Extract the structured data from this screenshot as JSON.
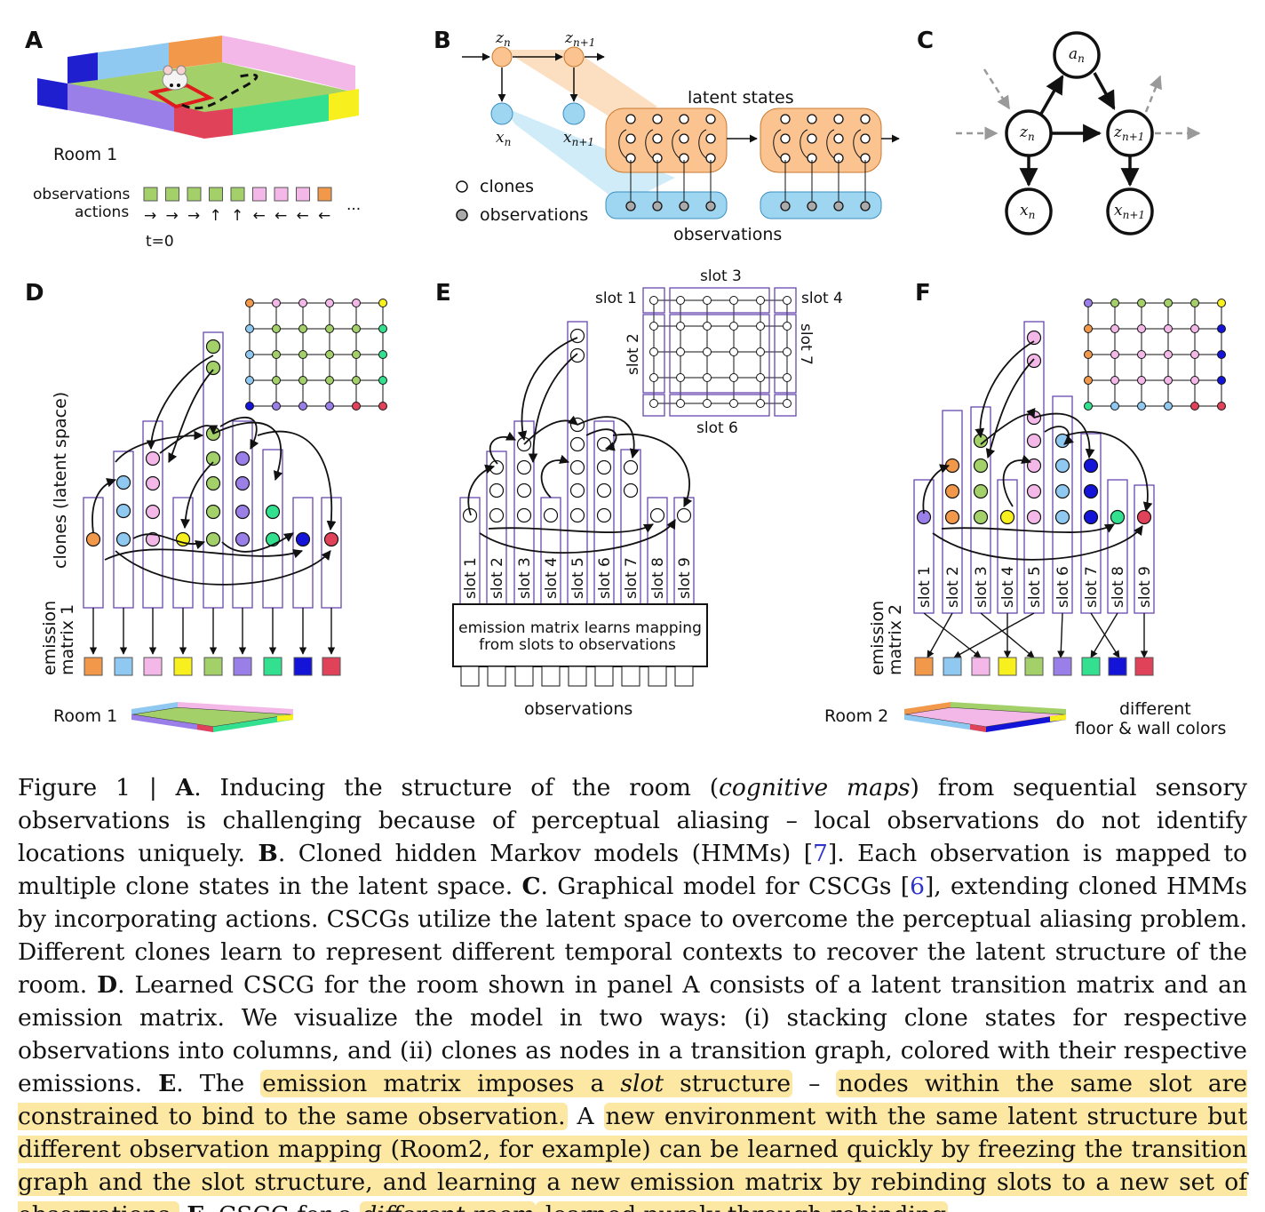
{
  "panels": {
    "A": {
      "label": "A",
      "room": "Room 1",
      "observations_label": "observations",
      "actions_label": "actions",
      "ellipsis": "...",
      "t0": "t=0",
      "obs_colors": [
        "#a4d06a",
        "#a4d06a",
        "#a4d06a",
        "#a4d06a",
        "#a4d06a",
        "#f4b8e8",
        "#f4b8e8",
        "#f4b8e8",
        "#f2984a"
      ],
      "actions": [
        "→",
        "→",
        "→",
        "↑",
        "↑",
        "←",
        "←",
        "←",
        "←"
      ]
    },
    "B": {
      "label": "B",
      "z_n": "z",
      "z_n_sub": "n",
      "z_n1": "z",
      "z_n1_sub": "n+1",
      "x_n": "x",
      "x_n_sub": "n",
      "x_n1": "x",
      "x_n1_sub": "n+1",
      "latent_states": "latent states",
      "observations": "observations",
      "legend_clones": "clones",
      "legend_observations": "observations"
    },
    "C": {
      "label": "C",
      "a_n": "a",
      "a_sub": "n",
      "z_n": "z",
      "z_sub": "n",
      "z_n1": "z",
      "z_n1_sub": "n+1",
      "x_n": "x",
      "x_sub": "n",
      "x_n1": "x",
      "x_n1_sub": "n+1"
    },
    "D": {
      "label": "D",
      "clones_axis": "clones (latent space)",
      "emission_1": "emission",
      "emission_2": "matrix 1",
      "room": "Room 1"
    },
    "E": {
      "label": "E",
      "slot1": "slot 1",
      "slot2": "slot 2",
      "slot3": "slot 3",
      "slot4": "slot 4",
      "slot6": "slot 6",
      "slot7": "slot 7",
      "slots": [
        "slot 1",
        "slot 2",
        "slot 3",
        "slot 4",
        "slot 5",
        "slot 6",
        "slot 7",
        "slot 8",
        "slot 9"
      ],
      "emission_line1": "emission matrix learns mapping",
      "emission_line2": "from slots to observations",
      "observations": "observations"
    },
    "F": {
      "label": "F",
      "slots": [
        "slot 1",
        "slot 2",
        "slot 3",
        "slot 4",
        "slot 5",
        "slot 6",
        "slot 7",
        "slot 8",
        "slot 9"
      ],
      "emission_1": "emission",
      "emission_2": "matrix 2",
      "room": "Room 2",
      "note1": "different",
      "note2": "floor & wall colors"
    }
  },
  "colors": {
    "orange": "#f2984a",
    "lightblue": "#8fc8f0",
    "pink": "#f4b8e8",
    "yellow": "#f7f01e",
    "green": "#a4d06a",
    "purple": "#9a7fe8",
    "teal": "#33e08f",
    "blue": "#1414d8",
    "red": "#e0425a",
    "highlight": "#fce7a3",
    "slot_border": "#5a3aa8"
  },
  "emission_colors_D": [
    "#f2984a",
    "#8fc8f0",
    "#f4b8e8",
    "#f7f01e",
    "#a4d06a",
    "#9a7fe8",
    "#33e08f",
    "#1414d8",
    "#e0425a"
  ],
  "caption": {
    "s1": "Figure 1 | ",
    "s2": "A",
    "s3": ". Inducing the structure of the room (",
    "s4": "cognitive maps",
    "s5": ") from sequential sensory observations is challenging because of perceptual aliasing – local observations do not identify locations uniquely. ",
    "s6": "B",
    "s7": ". Cloned hidden Markov models (HMMs) [",
    "s8": "7",
    "s9": "]. Each observation is mapped to multiple clone states in the latent space. ",
    "s10": "C",
    "s11": ". Graphical model for CSCGs [",
    "s12": "6",
    "s13": "], extending cloned HMMs by incorporating actions. CSCGs utilize the latent space to overcome the perceptual aliasing problem. Different clones learn to represent different temporal contexts to recover the latent structure of the room. ",
    "s14": "D",
    "s15": ". Learned CSCG for the room shown in panel A consists of a latent transition matrix and an emission matrix. We visualize the model in two ways: (i) stacking clone states for respective observations into columns, and (ii) clones as nodes in a transition graph, colored with their respective emissions. ",
    "s16": "E",
    "s17": ". The ",
    "s18": "emission matrix imposes a ",
    "s19": "slot",
    "s20": " structure",
    "s21": " – ",
    "s22": "nodes within the same slot are constrained to bind to the same observation.",
    "s23": " A ",
    "s24": "new environment with the same latent structure but different observation mapping (Room2, for example) can be learned quickly by freezing the transition graph and the slot structure, and learning a new emission matrix by rebinding slots to a new set of observations.",
    "s25": " ",
    "s26": "F",
    "s27": ". CSCG for a ",
    "s28": "different room",
    "s29": " learned purely through rebinding",
    "s30": "."
  }
}
